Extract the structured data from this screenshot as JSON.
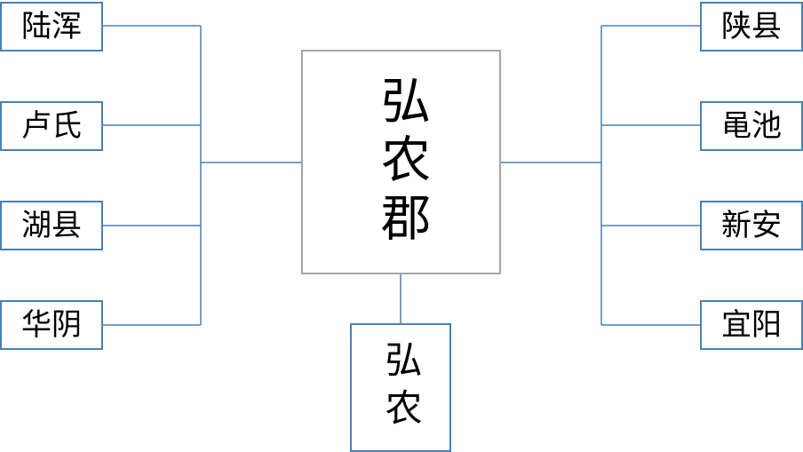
{
  "center": {
    "label": "弘农郡"
  },
  "seat": {
    "label": "弘农"
  },
  "left_counties": [
    {
      "label": "陆浑"
    },
    {
      "label": "卢氏"
    },
    {
      "label": "湖县"
    },
    {
      "label": "华阴"
    }
  ],
  "right_counties": [
    {
      "label": "陕县"
    },
    {
      "label": "黾池"
    },
    {
      "label": "新安"
    },
    {
      "label": "宜阳"
    }
  ],
  "colors": {
    "connector": "#4a7fb5",
    "node_border": "#4a7fb5",
    "center_border": "#a6a6a6",
    "text": "#000000"
  }
}
